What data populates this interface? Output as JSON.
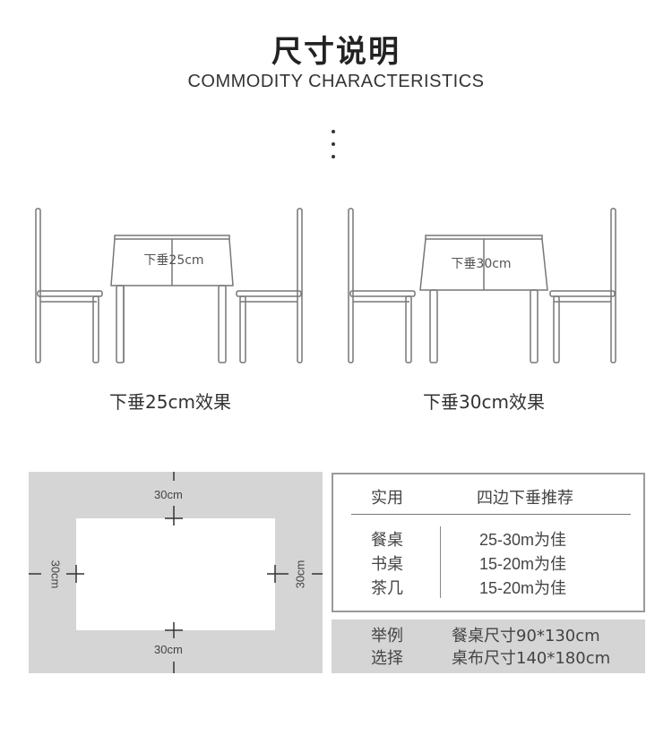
{
  "header": {
    "title": "尺寸说明",
    "subtitle": "COMMODITY CHARACTERISTICS"
  },
  "scenes": [
    {
      "drape_label": "下垂25cm",
      "caption": "下垂25cm效果"
    },
    {
      "drape_label": "下垂30cm",
      "caption": "下垂30cm效果"
    }
  ],
  "diagram": {
    "top": "30cm",
    "bottom": "30cm",
    "left": "30cm",
    "right": "30cm"
  },
  "recommend_table": {
    "headers": [
      "实用",
      "四边下垂推荐"
    ],
    "rows": [
      {
        "use": "餐桌",
        "value": "25-30m为佳"
      },
      {
        "use": "书桌",
        "value": "15-20m为佳"
      },
      {
        "use": "茶几",
        "value": "15-20m为佳"
      }
    ]
  },
  "example": {
    "label_1": "举例",
    "label_2": "选择",
    "line_1": "餐桌尺寸90*130cm",
    "line_2": "桌布尺寸140*180cm"
  },
  "colors": {
    "panel_gray": "#d5d5d5",
    "line_gray": "#9a9a9a"
  }
}
